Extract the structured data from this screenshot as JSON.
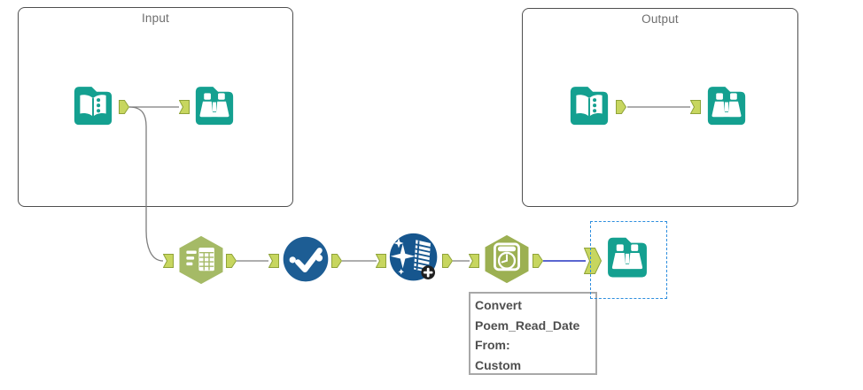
{
  "app": {
    "name": "workflow-canvas"
  },
  "containers": {
    "input": {
      "label": "Input"
    },
    "output": {
      "label": "Output"
    }
  },
  "tools": {
    "input_group": [
      {
        "name": "input-data",
        "icon": "open-book-icon"
      },
      {
        "name": "browse",
        "icon": "binoculars-icon"
      }
    ],
    "flow": [
      {
        "name": "text-input",
        "icon": "text-lines-table-icon"
      },
      {
        "name": "auto-field",
        "icon": "circle-checkmark-icon"
      },
      {
        "name": "data-cleansing",
        "icon": "sparkles-table-plus-icon"
      },
      {
        "name": "date-time",
        "icon": "calendar-clock-icon"
      },
      {
        "name": "browse",
        "icon": "binoculars-icon",
        "selected": true
      }
    ],
    "output_group": [
      {
        "name": "input-data",
        "icon": "open-book-icon"
      },
      {
        "name": "browse",
        "icon": "binoculars-icon"
      }
    ]
  },
  "annotation": {
    "lines": [
      "Convert",
      "Poem_Read_Date",
      "From:",
      "Custom"
    ]
  },
  "colors": {
    "tool_teal": "#14a090",
    "hexagon_olive_light": "#a5ba66",
    "hexagon_olive": "#9cb052",
    "circle_navy_autofield": "#1d5d94",
    "circle_navy_cleansing": "#16568e",
    "anchor_fill": "#c7d65f",
    "anchor_stroke": "#8fa339",
    "wire_gray": "#7d7d7d",
    "wire_selected_blue": "#2433c0",
    "selection_dash_blue": "#2e8ede",
    "container_border": "#4f4f4f",
    "container_label_text": "#6e6e6e",
    "annotation_border": "#a8a8a8",
    "annotation_text": "#4f4f4f",
    "badge_black": "#1f1f1f"
  }
}
